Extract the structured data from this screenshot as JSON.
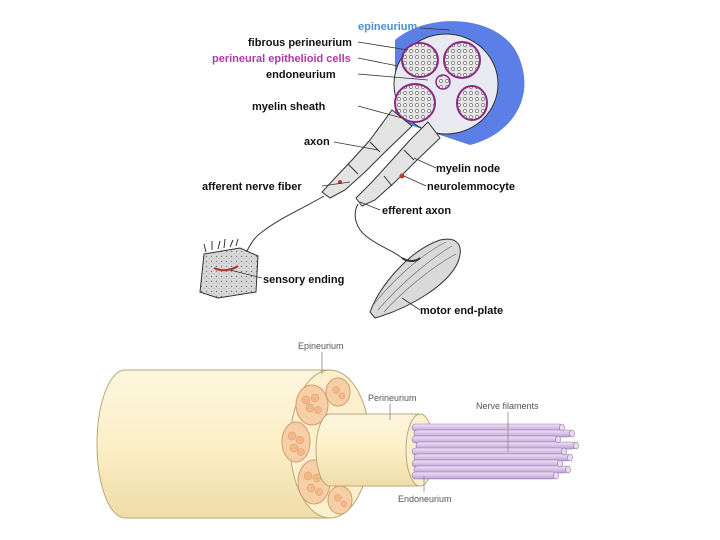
{
  "top_diagram": {
    "labels": {
      "epineurium": "epineurium",
      "fibrous_perineurium": "fibrous perineurium",
      "perineural_epithelioid_cells": "perineural epithelioid cells",
      "endoneurium": "endoneurium",
      "myelin_sheath": "myelin sheath",
      "axon": "axon",
      "myelin_node": "myelin node",
      "afferent_nerve_fiber": "afferent nerve fiber",
      "neurolemmocyte": "neurolemmocyte",
      "efferent_axon": "efferent axon",
      "sensory_ending": "sensory ending",
      "motor_end_plate": "motor end-plate"
    }
  },
  "bottom_diagram": {
    "labels": {
      "epineurium": "Epineurium",
      "perineurium": "Perineurium",
      "nerve_filaments": "Nerve filaments",
      "endoneurium": "Endoneurium"
    }
  },
  "colors": {
    "epineurium_label": "#4a8fd6",
    "perineural_label": "#b03aa6",
    "default_label": "#111111",
    "outer_blue": "#5b7fe6",
    "sheath_tan": "#fbefc6",
    "fascicle_fill": "#f7cfa6",
    "filament_fill": "#d8c2e8"
  }
}
